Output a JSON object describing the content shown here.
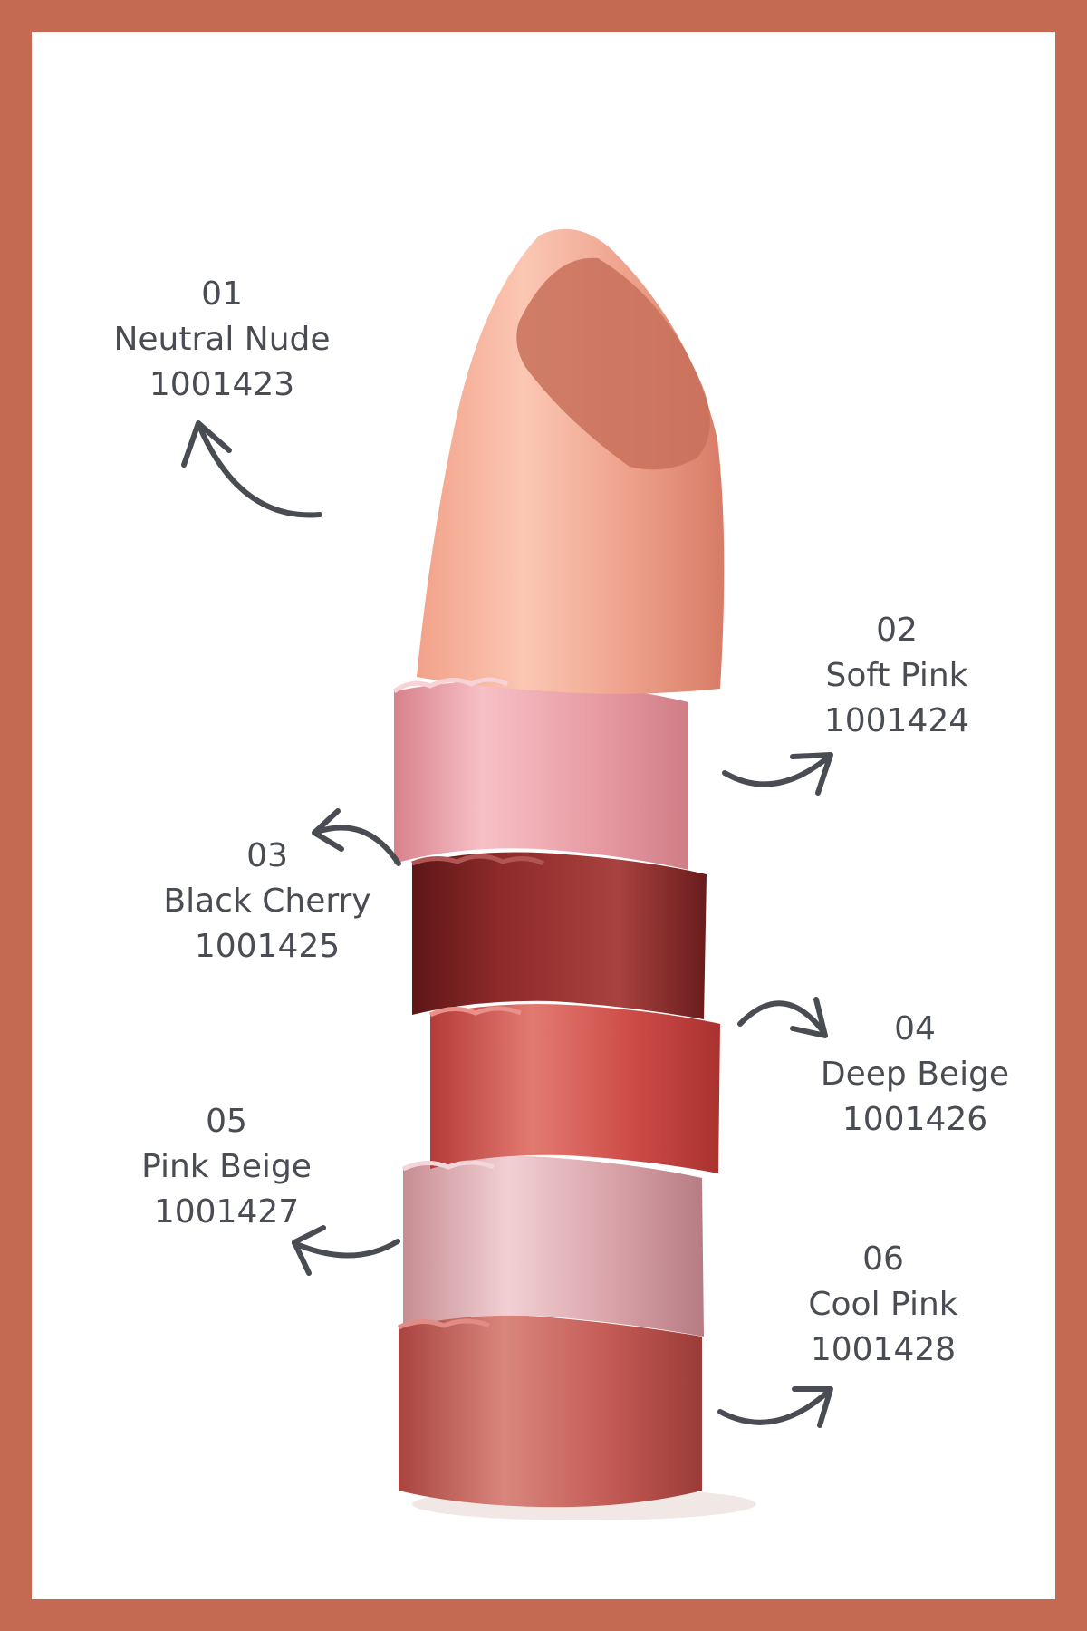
{
  "colors": {
    "frame": "#c46a52",
    "background": "#ffffff",
    "text": "#4a4c53",
    "arrow": "#4a4c53",
    "shade_01": "#e8937a",
    "shade_02": "#e79aa2",
    "shade_03": "#8e2a2a",
    "shade_04": "#cd4b47",
    "shade_05": "#d8a2a8",
    "shade_06": "#c35a55"
  },
  "shades": [
    {
      "number": "01",
      "name": "Neutral Nude",
      "code": "1001423"
    },
    {
      "number": "02",
      "name": "Soft Pink",
      "code": "1001424"
    },
    {
      "number": "03",
      "name": "Black Cherry",
      "code": "1001425"
    },
    {
      "number": "04",
      "name": "Deep Beige",
      "code": "1001426"
    },
    {
      "number": "05",
      "name": "Pink Beige",
      "code": "1001427"
    },
    {
      "number": "06",
      "name": "Cool Pink",
      "code": "1001428"
    }
  ]
}
